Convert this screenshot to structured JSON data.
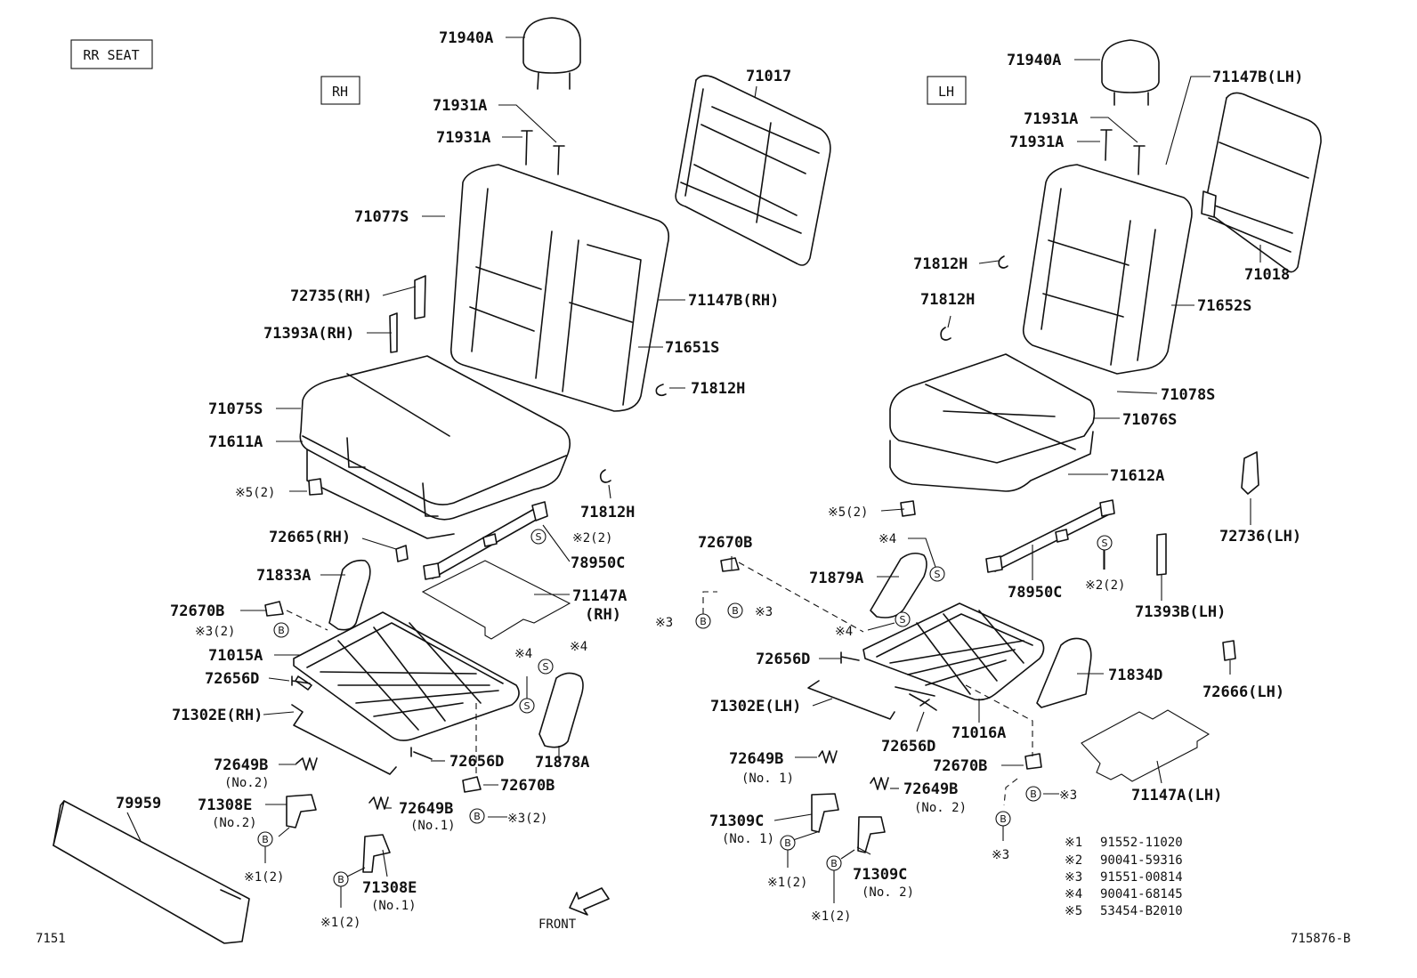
{
  "header": {
    "section_label": "RR SEAT",
    "rh_label": "RH",
    "lh_label": "LH"
  },
  "rh_parts": {
    "p71940A": "71940A",
    "p71931A_1": "71931A",
    "p71931A_2": "71931A",
    "p71017": "71017",
    "p71077S": "71077S",
    "p72735": "72735(RH)",
    "p71147B": "71147B(RH)",
    "p71393A": "71393A(RH)",
    "p71651S": "71651S",
    "p71812H_a": "71812H",
    "p71075S": "71075S",
    "p71611A": "71611A",
    "p71812H_b": "71812H",
    "p72665": "72665(RH)",
    "p78950C": "78950C",
    "p71833A": "71833A",
    "p71147A": "71147A",
    "p71147A_rh": "(RH)",
    "p72670B_a": "72670B",
    "p71015A": "71015A",
    "p72656D_a": "72656D",
    "p71302E": "71302E(RH)",
    "p72656D_b": "72656D",
    "p71878A": "71878A",
    "p72649B_a": "72649B",
    "p72649B_a_no": "(No.2)",
    "p72670B_b": "72670B",
    "p79959": "79959",
    "p71308E_a": "71308E",
    "p71308E_a_no": "(No.2)",
    "p72649B_b": "72649B",
    "p72649B_b_no": "(No.1)",
    "p71308E_b": "71308E",
    "p71308E_b_no": "(No.1)"
  },
  "lh_parts": {
    "p71940A": "71940A",
    "p71147B": "71147B(LH)",
    "p71931A_1": "71931A",
    "p71931A_2": "71931A",
    "p71812H_a": "71812H",
    "p71018": "71018",
    "p71812H_b": "71812H",
    "p71652S": "71652S",
    "p71078S": "71078S",
    "p71076S": "71076S",
    "p71612A": "71612A",
    "p72736": "72736(LH)",
    "p72670B_a": "72670B",
    "p71879A": "71879A",
    "p78950C": "78950C",
    "p71393B": "71393B(LH)",
    "p72656D_a": "72656D",
    "p71834D": "71834D",
    "p72666": "72666(LH)",
    "p71302E": "71302E(LH)",
    "p72656D_b": "72656D",
    "p71016A": "71016A",
    "p72649B_a": "72649B",
    "p72649B_a_no": "(No. 1)",
    "p72670B_b": "72670B",
    "p71147A": "71147A(LH)",
    "p72649B_b": "72649B",
    "p72649B_b_no": "(No. 2)",
    "p71309C_a": "71309C",
    "p71309C_a_no": "(No. 1)",
    "p71309C_b": "71309C",
    "p71309C_b_no": "(No. 2)"
  },
  "notes": {
    "rh_x5": "※5(2)",
    "rh_x2": "※2(2)",
    "rh_x3_a": "※3(2)",
    "rh_x4_a": "※4",
    "rh_x4_b": "※4",
    "rh_x3_b": "※3(2)",
    "rh_x1_a": "※1(2)",
    "rh_x1_b": "※1(2)",
    "lh_x5": "※5(2)",
    "lh_x4_a": "※4",
    "lh_x3_a": "※3",
    "lh_x3_b": "※3",
    "lh_x4_b": "※4",
    "lh_x2": "※2(2)",
    "lh_x3_c": "※3",
    "lh_x3_d": "※3",
    "lh_x1_a": "※1(2)",
    "lh_x1_b": "※1(2)",
    "s_mark": "S",
    "b_mark": "B"
  },
  "legend": [
    {
      "mark": "※1",
      "part_no": "91552-11020"
    },
    {
      "mark": "※2",
      "part_no": "90041-59316"
    },
    {
      "mark": "※3",
      "part_no": "91551-00814"
    },
    {
      "mark": "※4",
      "part_no": "90041-68145"
    },
    {
      "mark": "※5",
      "part_no": "53454-B2010"
    }
  ],
  "footer": {
    "page_code": "7151",
    "front_label": "FRONT",
    "diagram_id": "715876-B"
  }
}
